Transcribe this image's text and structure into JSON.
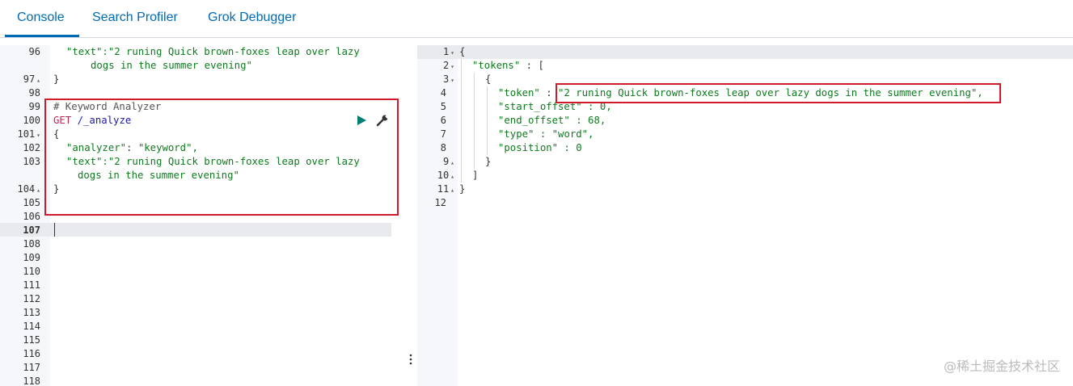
{
  "tabs": [
    {
      "label": "Console"
    },
    {
      "label": "Search Profiler"
    },
    {
      "label": "Grok Debugger"
    }
  ],
  "request_editor": {
    "line_numbers": [
      "96",
      "97",
      "98",
      "99",
      "100",
      "101",
      "102",
      "103",
      "104",
      "105",
      "106",
      "107",
      "108",
      "109",
      "110",
      "111",
      "112",
      "113",
      "114",
      "115",
      "116",
      "117",
      "118"
    ],
    "lines": {
      "l96a": "\"text\":\"2 runing Quick brown-foxes leap over lazy",
      "l96b": "dogs in the summer evening\"",
      "l97": "}",
      "l99": "# Keyword Analyzer",
      "l100_method": "GET",
      "l100_path": "/_analyze",
      "l101": "{",
      "l102_key": "\"analyzer\"",
      "l102_val": "\"keyword\",",
      "l103a": "\"text\":\"2 runing Quick brown-foxes leap over lazy",
      "l103b": "dogs in the summer evening\"",
      "l104": "}"
    },
    "actions": {
      "run_icon": "play-icon",
      "settings_icon": "wrench-icon"
    }
  },
  "response_viewer": {
    "line_numbers": [
      "1",
      "2",
      "3",
      "4",
      "5",
      "6",
      "7",
      "8",
      "9",
      "10",
      "11",
      "12"
    ],
    "lines": {
      "r1": "{",
      "r2_key": "\"tokens\"",
      "r2_rest": " : [",
      "r3": "{",
      "r4_key": "\"token\"",
      "r4_sep": " : ",
      "r4_val": "\"2 runing Quick brown-foxes leap over lazy dogs in the summer evening\",",
      "r5_key": "\"start_offset\"",
      "r5_val": " : 0,",
      "r6_key": "\"end_offset\"",
      "r6_val": " : 68,",
      "r7_key": "\"type\"",
      "r7_val": " : \"word\",",
      "r8_key": "\"position\"",
      "r8_val": " : 0",
      "r9": "}",
      "r10": "]",
      "r11": "}"
    }
  },
  "watermark": "@稀土掘金技术社区",
  "colors": {
    "accent": "#006bb4",
    "highlight_box": "#d11a2a",
    "string": "#0f7a1f",
    "method": "#c7254e"
  }
}
